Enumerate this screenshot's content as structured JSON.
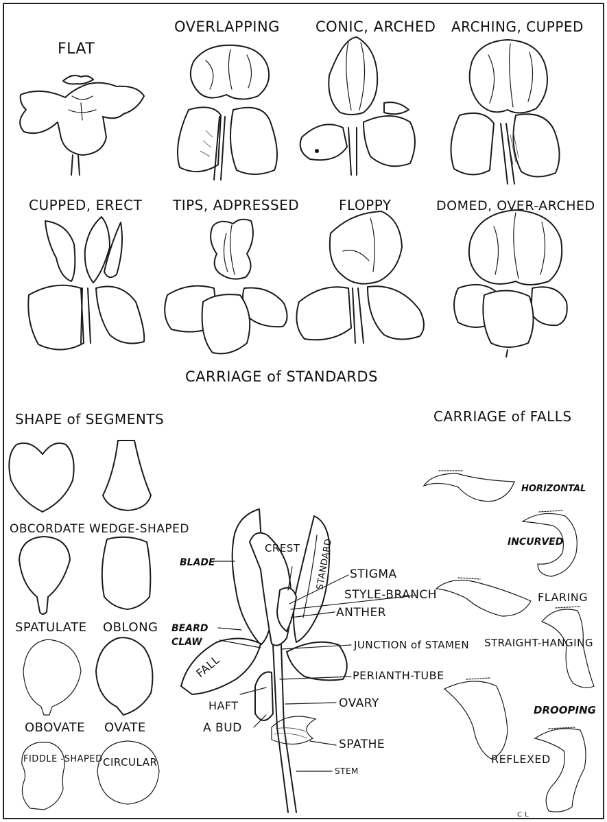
{
  "standards": {
    "items": [
      {
        "label": "FLAT"
      },
      {
        "label": "OVERLAPPING"
      },
      {
        "label": "CONIC, ARCHED"
      },
      {
        "label": "ARCHING, CUPPED"
      },
      {
        "label": "CUPPED, ERECT"
      },
      {
        "label": "TIPS, ADPRESSED"
      },
      {
        "label": "FLOPPY"
      },
      {
        "label": "DOMED, OVER-ARCHED"
      }
    ],
    "caption": "CARRIAGE of STANDARDS"
  },
  "segments": {
    "title": "SHAPE of SEGMENTS",
    "items": [
      {
        "label": "OBCORDATE"
      },
      {
        "label": "WEDGE-SHAPED"
      },
      {
        "label": "SPATULATE"
      },
      {
        "label": "OBLONG"
      },
      {
        "label": "OBOVATE"
      },
      {
        "label": "OVATE"
      },
      {
        "label": "FIDDLE -SHAPED"
      },
      {
        "label": "CIRCULAR"
      }
    ]
  },
  "falls": {
    "title": "CARRIAGE of FALLS",
    "items": [
      {
        "label": "HORIZONTAL"
      },
      {
        "label": "INCURVED"
      },
      {
        "label": "FLARING"
      },
      {
        "label": "STRAIGHT-HANGING"
      },
      {
        "label": "DROOPING"
      },
      {
        "label": "REFLEXED"
      }
    ]
  },
  "anatomy": {
    "labels": {
      "blade": "BLADE",
      "crest": "CREST",
      "standard": "STANDARD",
      "stigma": "STIGMA",
      "style_branch": "STYLE-BRANCH",
      "anther": "ANTHER",
      "beard": "BEARD",
      "claw": "CLAW",
      "fall": "FALL",
      "junction": "JUNCTION of STAMEN",
      "perianth_tube": "PERIANTH-TUBE",
      "haft": "HAFT",
      "ovary": "OVARY",
      "bud": "A BUD",
      "spathe": "SPATHE",
      "stem": "STEM"
    }
  },
  "signature": "C L"
}
